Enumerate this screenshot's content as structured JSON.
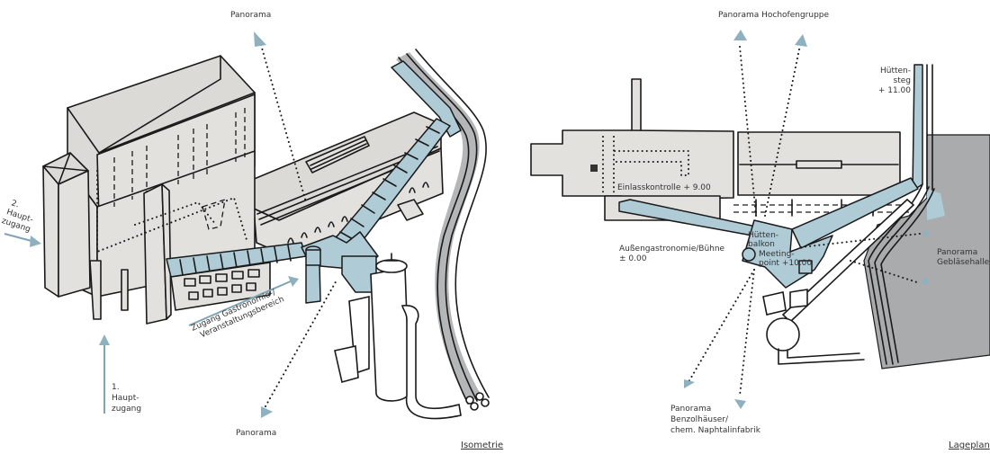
{
  "colors": {
    "walkway_blue": "#aecbd6",
    "building_grey": "#e3e1de",
    "dark_grey_area": "#a9abad",
    "arrow_blue": "#8fb0bf",
    "ink": "#1a1a1a"
  },
  "isometrie": {
    "caption": "Isometrie",
    "labels": {
      "panorama_top": "Panorama",
      "panorama_bottom": "Panorama",
      "haupt2": [
        "2.",
        "Haupt-",
        "zugang"
      ],
      "haupt1": [
        "1.",
        "Haupt-",
        "zugang"
      ],
      "gastro": [
        "Zugang Gastronomie-/",
        "Veranstaltungsbereich"
      ]
    }
  },
  "lageplan": {
    "caption": "Lageplan",
    "labels": {
      "panorama_hochofen": "Panorama Hochofengruppe",
      "huettensteg": [
        "Hütten-",
        "steg",
        "+ 11.00"
      ],
      "einlass": "Einlasskontrolle + 9.00",
      "aussengastro": [
        "Außengastronomie/Bühne",
        "± 0.00"
      ],
      "huettenbalkon": [
        "Hütten-",
        "balkon"
      ],
      "meeting": [
        "Meeting-",
        "point +10.00"
      ],
      "panorama_geblaese": [
        "Panorama",
        "Gebläsehalle"
      ],
      "panorama_benzol": [
        "Panorama",
        "Benzolhäuser/",
        "chem. Naphtalinfabrik"
      ]
    }
  }
}
